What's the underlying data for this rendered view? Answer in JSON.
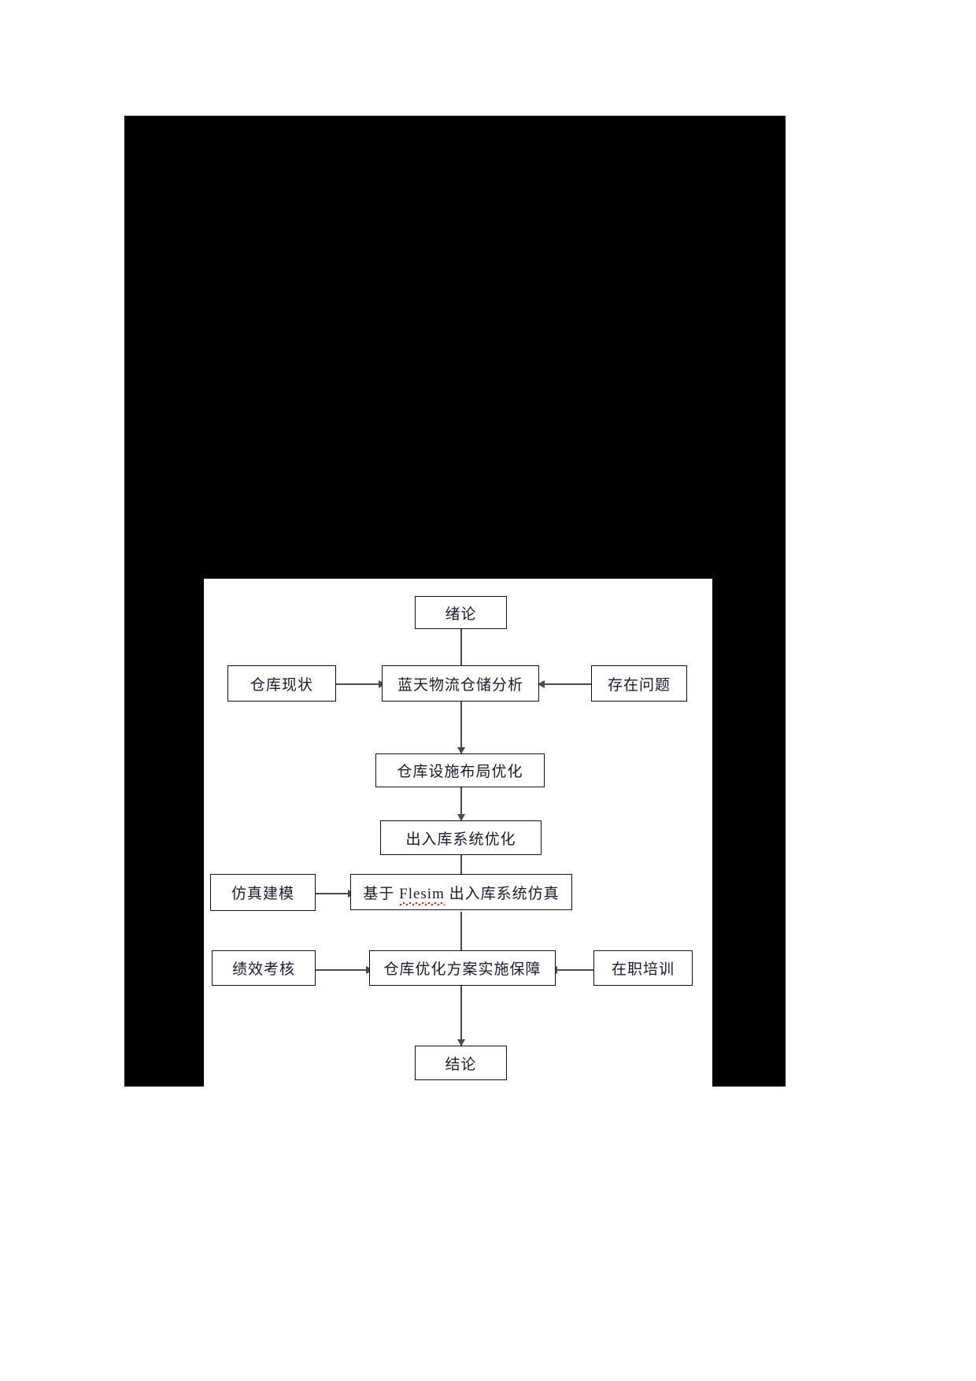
{
  "page": {
    "background_color": "#ffffff",
    "redaction_color": "#000000",
    "text_color": "#1a1a2e",
    "connector_color": "#4a4a4a",
    "spellcheck_color": "#e01b1b"
  },
  "diagram": {
    "type": "flowchart",
    "orientation": "top-to-bottom",
    "nodes": [
      {
        "id": "intro",
        "label": "绪论",
        "row": 1,
        "column": "center"
      },
      {
        "id": "warehouse-status",
        "label": "仓库现状",
        "row": 2,
        "column": "left"
      },
      {
        "id": "lantian-analysis",
        "label": "蓝天物流仓储分析",
        "row": 2,
        "column": "center"
      },
      {
        "id": "existing-problems",
        "label": "存在问题",
        "row": 2,
        "column": "right"
      },
      {
        "id": "facility-layout",
        "label": "仓库设施布局优化",
        "row": 3,
        "column": "center"
      },
      {
        "id": "inout-system",
        "label": "出入库系统优化",
        "row": 4,
        "column": "center"
      },
      {
        "id": "sim-modeling",
        "label": "仿真建模",
        "row": 5,
        "column": "left"
      },
      {
        "id": "flexsim-sim",
        "label": "基于 Flesim 出入库系统仿真",
        "row": 5,
        "column": "center",
        "parts": [
          {
            "text": "基于 ",
            "spellchecked": false
          },
          {
            "text": "Flesim",
            "spellchecked": true
          },
          {
            "text": " 出入库系统仿真",
            "spellchecked": false
          }
        ]
      },
      {
        "id": "performance-review",
        "label": "绩效考核",
        "row": 6,
        "column": "left"
      },
      {
        "id": "implementation",
        "label": "仓库优化方案实施保障",
        "row": 6,
        "column": "center"
      },
      {
        "id": "on-job-training",
        "label": "在职培训",
        "row": 6,
        "column": "right"
      },
      {
        "id": "conclusion",
        "label": "结论",
        "row": 7,
        "column": "center"
      }
    ],
    "edges": [
      {
        "from": "intro",
        "to": "lantian-analysis",
        "direction": "down"
      },
      {
        "from": "warehouse-status",
        "to": "lantian-analysis",
        "direction": "right"
      },
      {
        "from": "existing-problems",
        "to": "lantian-analysis",
        "direction": "left"
      },
      {
        "from": "lantian-analysis",
        "to": "facility-layout",
        "direction": "down"
      },
      {
        "from": "facility-layout",
        "to": "inout-system",
        "direction": "down"
      },
      {
        "from": "inout-system",
        "to": "flexsim-sim",
        "direction": "down"
      },
      {
        "from": "sim-modeling",
        "to": "flexsim-sim",
        "direction": "right"
      },
      {
        "from": "flexsim-sim",
        "to": "implementation",
        "direction": "down"
      },
      {
        "from": "performance-review",
        "to": "implementation",
        "direction": "right"
      },
      {
        "from": "on-job-training",
        "to": "implementation",
        "direction": "left"
      },
      {
        "from": "implementation",
        "to": "conclusion",
        "direction": "down"
      }
    ]
  }
}
